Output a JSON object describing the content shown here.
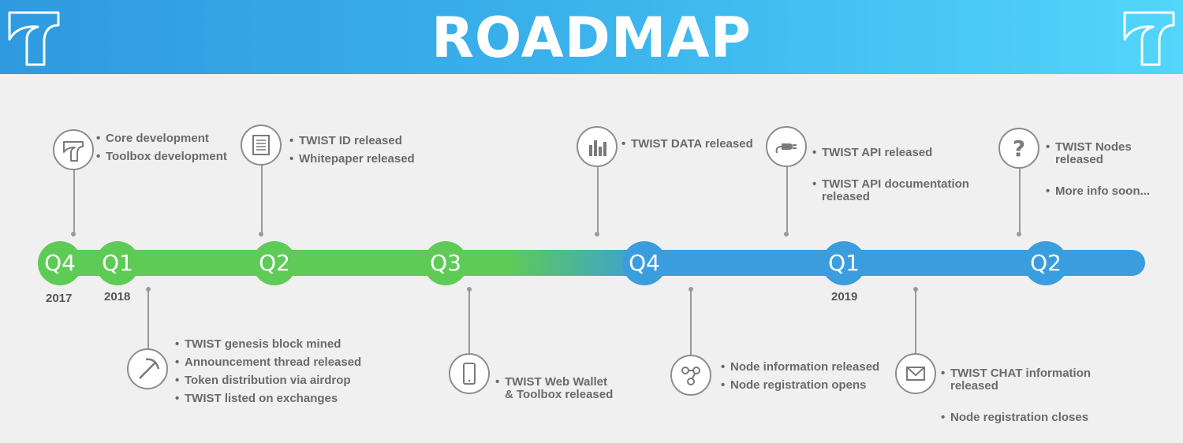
{
  "title": "ROADMAP",
  "colors": {
    "green": "#5ecb56",
    "blue": "#3a9ede",
    "header_start": "#2f9ae0",
    "header_end": "#52d6fb"
  },
  "nodes": [
    {
      "label": "Q4",
      "color": "green"
    },
    {
      "label": "Q1",
      "color": "green"
    },
    {
      "label": "Q2",
      "color": "green"
    },
    {
      "label": "Q3",
      "color": "green"
    },
    {
      "label": "Q4",
      "color": "blue"
    },
    {
      "label": "Q1",
      "color": "blue"
    },
    {
      "label": "Q2",
      "color": "blue"
    }
  ],
  "years": [
    "2017",
    "2018",
    "2019"
  ],
  "milestones": [
    {
      "icon": "twist-logo-icon",
      "items": [
        "Core development",
        "Toolbox development"
      ]
    },
    {
      "icon": "pickaxe-icon",
      "items": [
        "TWIST genesis block mined",
        "Announcement thread released",
        "Token distribution via airdrop",
        "TWIST listed on exchanges"
      ]
    },
    {
      "icon": "document-icon",
      "items": [
        "TWIST ID released",
        "Whitepaper released"
      ]
    },
    {
      "icon": "smartphone-icon",
      "items": [
        "TWIST Web Wallet\n & Toolbox released"
      ]
    },
    {
      "icon": "bar-chart-icon",
      "items": [
        "TWIST DATA released"
      ]
    },
    {
      "icon": "network-nodes-icon",
      "items": [
        "Node information released",
        "Node registration opens"
      ]
    },
    {
      "icon": "power-plug-icon",
      "items": [
        "TWIST API released",
        "TWIST API documentation\n released"
      ]
    },
    {
      "icon": "envelope-icon",
      "items": [
        "TWIST CHAT information\n released",
        "Node registration closes"
      ]
    },
    {
      "icon": "question-mark-icon",
      "items": [
        "TWIST Nodes\n released",
        "More info soon..."
      ]
    }
  ]
}
